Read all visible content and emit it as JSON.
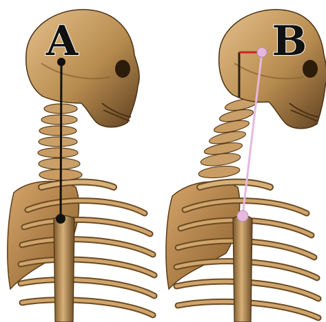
{
  "panels": [
    {
      "label": "A",
      "posture": "neutral"
    },
    {
      "label": "B",
      "posture": "forward-head"
    }
  ],
  "colors": {
    "background": "#ffffff",
    "bone_light": "#d8b27a",
    "bone_mid": "#b88c50",
    "bone_dark": "#6a4a22",
    "bone_shadow": "#3b2810",
    "plumb_line_a": "#111111",
    "plumb_line_b": "#e6b8e0",
    "offset_marker_b": "#cc2222",
    "offset_bracket_b": "#222222"
  }
}
